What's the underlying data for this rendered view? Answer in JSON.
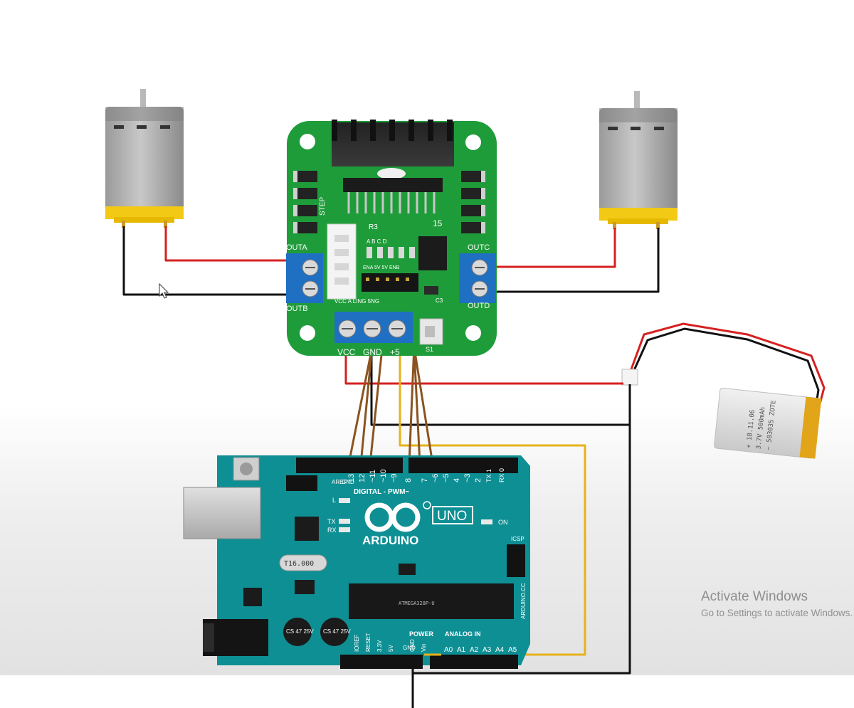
{
  "driver_board": {
    "out_a": "OUTA",
    "out_b": "OUTB",
    "out_c": "OUTC",
    "out_d": "OUTD",
    "vcc": "VCC",
    "gnd": "GND",
    "plus5": "+5",
    "r3": "R3",
    "step": "STEP",
    "num15": "15",
    "ch_labels": "A B C D",
    "enable_labels": "ENA 5V 5V ENB",
    "jumper_labels": "VCC A  LING  5NG",
    "s1": "S1",
    "c3": "C3"
  },
  "arduino": {
    "logo_text": "ARDUINO",
    "uno_text": "UNO",
    "digital_label": "DIGITAL - PWM~",
    "power_label": "POWER",
    "analog_label": "ANALOG IN",
    "on_label": "ON",
    "icsp_label": "ICSP",
    "tx_label": "TX",
    "rx_label": "RX",
    "l_label": "L",
    "aref": "AREF",
    "gnd_top": "GND",
    "crystal": "T16.000",
    "cap_text": "CS 47 25V",
    "chip_text": "ATMEGA328P-U",
    "arduino_cc": "ARDUINO.CC",
    "digital_pins": [
      "13",
      "12",
      "~11",
      "~10",
      "~9",
      "8",
      "7",
      "~6",
      "~5",
      "4",
      "~3",
      "2",
      "TX 1",
      "RX 0"
    ],
    "power_pins": [
      "IOREF",
      "RESET",
      "3.3V",
      "5V",
      "GND",
      "GND",
      "Vin"
    ],
    "analog_pins": [
      "A0",
      "A1",
      "A2",
      "A3",
      "A4",
      "A5"
    ]
  },
  "battery": {
    "line1": "+ 18.11.06",
    "line2": "3.7V 500mAh",
    "line3": "~ 503035 ZOTE"
  },
  "watermark": {
    "title": "Activate Windows",
    "subtitle": "Go to Settings to activate Windows."
  },
  "colors": {
    "board_green": "#1f9c3a",
    "arduino_teal": "#0e8f94",
    "wire_red": "#d62020",
    "wire_black": "#111111",
    "wire_brown": "#8b5320",
    "wire_yellow": "#e6b21c",
    "terminal_blue": "#1f6fc2",
    "battery_yellow": "#e2a51a"
  }
}
